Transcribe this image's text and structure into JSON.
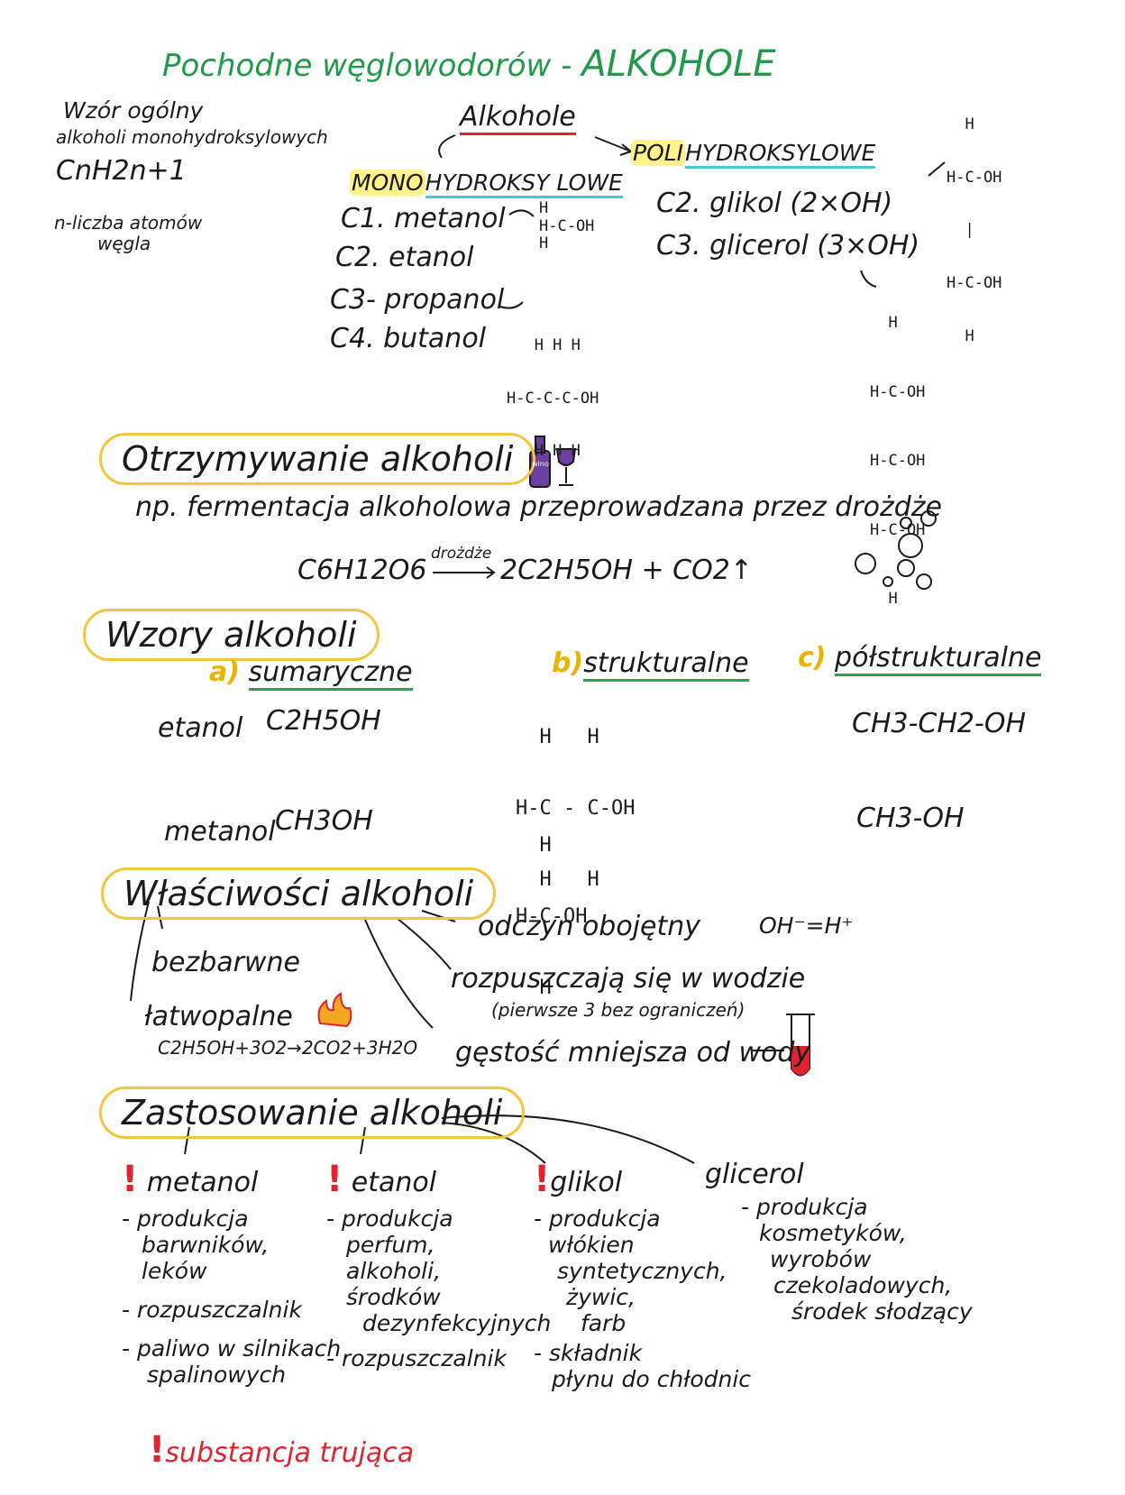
{
  "title": {
    "prefix": "Pochodne węglowodorów -",
    "main": "ALKOHOLE"
  },
  "general_formula": {
    "heading": "Wzór ogólny",
    "subheading": "alkoholi monohydroksylowych",
    "formula": "CnH2n+1",
    "note_line1": "n-liczba atomów",
    "note_line2": "węgla"
  },
  "classification": {
    "root": "Alkohole",
    "mono": {
      "label_hl": "MONO",
      "label_rest": "HYDROKSY LOWE",
      "items": [
        "C1. metanol",
        "C2. etanol",
        "C3- propanol",
        "C4. butanol"
      ],
      "methanol_struct": [
        " H",
        "H-C-OH",
        " H"
      ],
      "butanol_struct": [
        "   H H H",
        "H-C-C-C-OH",
        "   H H H"
      ]
    },
    "poly": {
      "label_hl": "POLI",
      "label_rest": "HYDROKSYLOWE",
      "items": [
        "C2. glikol (2×OH)",
        "C3. glicerol (3×OH)"
      ],
      "glycol_struct": [
        "  H",
        "H-C-OH",
        "  |",
        "H-C-OH",
        "  H"
      ],
      "glycerol_struct": [
        "  H",
        "H-C-OH",
        "H-C-OH",
        "H-C-OH",
        "  H"
      ]
    }
  },
  "obtaining": {
    "heading": "Otrzymywanie alkoholi",
    "bottle_label": "wino",
    "description": "np. fermentacja alkoholowa przeprowadzana przez drożdże",
    "reaction_left": "C6H12O6",
    "reaction_catalyst": "drożdże",
    "reaction_right": "2C2H5OH + CO2↑"
  },
  "formulas": {
    "heading": "Wzory alkoholi",
    "a_marker": "a)",
    "a_label": "sumaryczne",
    "b_marker": "b)",
    "b_label": "strukturalne",
    "c_marker": "c)",
    "c_label": "półstrukturalne",
    "ethanol_name": "etanol",
    "ethanol_sum": "C2H5OH",
    "ethanol_struct": [
      "  H   H",
      "H-C - C-OH",
      "  H   H"
    ],
    "ethanol_semi": "CH3-CH2-OH",
    "methanol_name": "metanol",
    "methanol_sum": "CH3OH",
    "methanol_struct": [
      "  H",
      "H-C-OH",
      "  H"
    ],
    "methanol_semi": "CH3-OH"
  },
  "properties": {
    "heading": "Właściwości alkoholi",
    "items": [
      "bezbarwne",
      "łatwopalne",
      "odczyn obojętny",
      "rozpuszczają się w wodzie",
      "gęstość mniejsza od wody"
    ],
    "combustion": "C2H5OH+3O2→2CO2+3H2O",
    "ion_note": "OH⁻=H⁺",
    "solubility_note": "(pierwsze 3 bez ograniczeń)"
  },
  "uses": {
    "heading": "Zastosowanie alkoholi",
    "columns": [
      {
        "name": "metanol",
        "lines": [
          "- produkcja",
          "barwników,",
          "leków",
          "- rozpuszczalnik",
          "- paliwo w silnikach",
          "spalinowych"
        ]
      },
      {
        "name": "etanol",
        "lines": [
          "- produkcja",
          "perfum,",
          "alkoholi,",
          "środków",
          "dezynfekcyjnych",
          "- rozpuszczalnik"
        ]
      },
      {
        "name": "glikol",
        "lines": [
          "- produkcja",
          "włókien",
          "syntetycznych,",
          "żywic,",
          "farb",
          "- składnik",
          "płynu do chłodnic"
        ]
      },
      {
        "name": "glicerol",
        "lines": [
          "- produkcja",
          "kosmetyków,",
          "wyrobów",
          "czekoladowych,",
          "środek słodzący"
        ]
      }
    ],
    "warning": "substancja trująca"
  },
  "colors": {
    "title_green": "#1f9a4a",
    "underline_red": "#e0232f",
    "highlight_yellow": "#fdf38a",
    "highlight_cyan": "#b9f1f5",
    "bubble_outline": "#f6c43c",
    "wine_purple": "#6b3fa0"
  }
}
